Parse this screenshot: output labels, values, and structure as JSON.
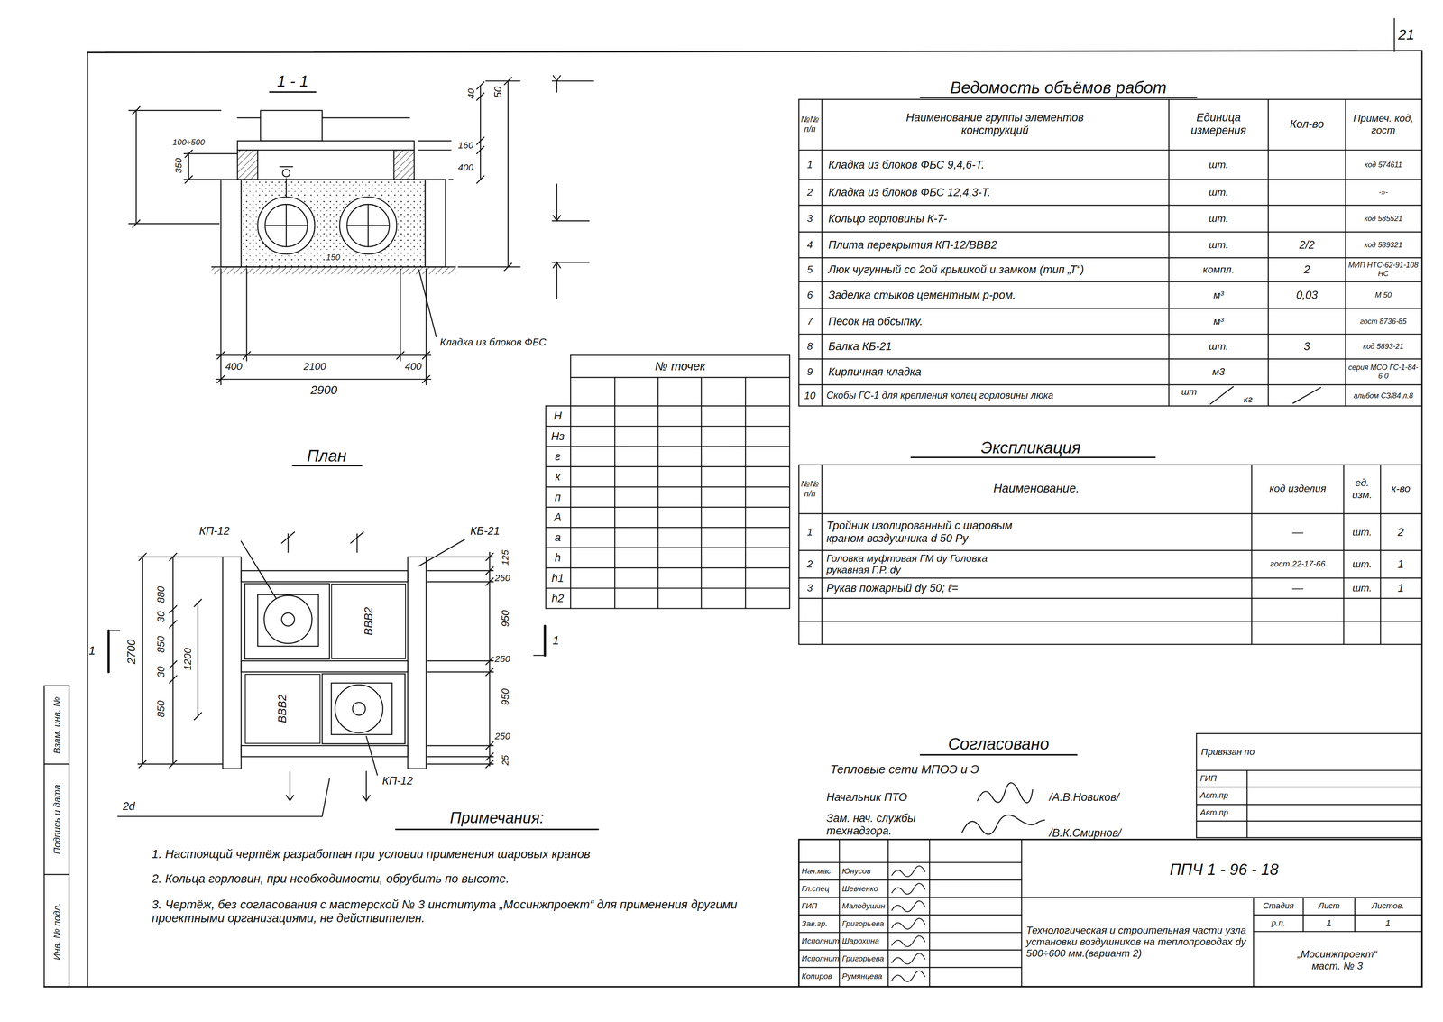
{
  "diagram": {
    "nodes": [
      {
        "text": [
          "ВВВ2"
        ]
      },
      {
        "text": [
          "ВВВ2"
        ]
      }
    ],
    "labels": [
      "21",
      "1 - 1",
      "100÷500",
      "350",
      "40",
      "50",
      "160",
      "400",
      "150",
      "400",
      "2100",
      "400",
      "2900",
      "Кладка из блоков ФБС",
      "План",
      "КП-12",
      "КБ-21",
      "2700",
      "880",
      "30",
      "850",
      "30",
      "850",
      "1200",
      "125",
      "250",
      "950",
      "250",
      "950",
      "250",
      "25",
      "1",
      "1",
      "КП-12",
      "2d",
      "№ точек",
      "Н",
      "Нз",
      "г",
      "к",
      "п",
      "А",
      "а",
      "h",
      "h1",
      "h2",
      "Ведомость объёмов работ",
      "№№ п/п",
      "Наименование группы элементов конструкций",
      "Единица измерения",
      "Кол-во",
      "Примеч. код, гост",
      "1",
      "Кладка из блоков ФБС 9,4,6-Т.",
      "шт.",
      "код 574611",
      "2",
      "Кладка из блоков ФБС 12,4,3-Т.",
      "шт.",
      "-»-",
      "3",
      "Кольцо горловины К-7-",
      "шт.",
      "код 585521",
      "4",
      "Плита перекрытия КП-12/ВВВ2",
      "шт.",
      "2/2",
      "код 589321",
      "5",
      "Люк чугунный со 2ой крышкой и замком (тип „Т“)",
      "компл.",
      "2",
      "МИП НТС-62-91-108 НС",
      "6",
      "Заделка стыков цементным р-ром.",
      "м³",
      "0,03",
      "М 50",
      "7",
      "Песок на обсыпку.",
      "м³",
      "гост 8736-85",
      "8",
      "Балка КБ-21",
      "шт.",
      "3",
      "код 5893-21",
      "9",
      "Кирпичная кладка",
      "м3",
      "серия МСО ГС-1-84-6.0",
      "10",
      "Скобы ГС-1 для крепления колец горловины люка",
      "шт",
      "кг",
      "альбом СЗ/84 л.8",
      "Экспликация",
      "№№ п/п",
      "Наименование.",
      "код изделия",
      "ед. изм.",
      "к-во",
      "1",
      "Тройник изолированный с шаровым краном воздушника d 50 Ру",
      "—",
      "шт.",
      "2",
      "2",
      "Головка муфтовая ГМ dy Головка рукавная Г.Р. dy",
      "гост 22-17-66",
      "шт.",
      "1",
      "3",
      "Рукав пожарный dy 50; ℓ=",
      "—",
      "шт.",
      "1",
      "Согласовано",
      "Тепловые сети МПОЭ и Э",
      "Начальник ПТО",
      "/А.В.Новиков/",
      "Зам. нач. службы технадзора.",
      "/В.К.Смирнов/",
      "Привязан по",
      "ГИП",
      "Авт.пр",
      "Авт.пр",
      "Нач.мас",
      "Юнусов",
      "Гл.спец",
      "Шевченко",
      "ГИП",
      "Малодушин",
      "Зав.гр.",
      "Григорьева",
      "Исполнит",
      "Шарохина",
      "Исполнит",
      "Григорьева",
      "Копиров",
      "Румянцева",
      "ППЧ 1 - 96 - 18",
      "Технологическая и строительная части узла установки воздушников на теплопроводах dy 500÷600 мм.(вариант 2)",
      "Стадия",
      "Лист",
      "Листов.",
      "р.п.",
      "1",
      "1",
      "„Мосинжпроект“ маст. № 3",
      "Примечания:",
      "1. Настоящий чертёж разработан при условии применения шаровых кранов",
      "2. Кольца горловин, при необходимости, обрубить по высоте.",
      "3. Чертёж, без согласования с мастерской № 3 института „Мосинжпроект“ для применения другими проектными организациями, не действителен.",
      "Взам. инв. №",
      "Подпись и дата",
      "Инв. № подл."
    ]
  }
}
